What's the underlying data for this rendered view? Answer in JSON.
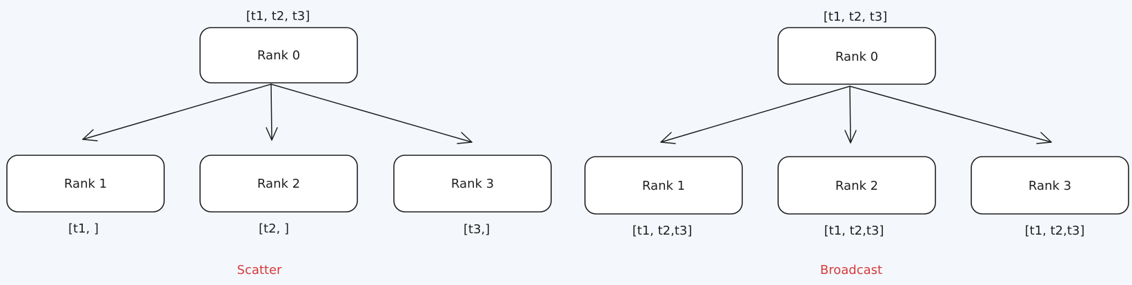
{
  "colors": {
    "background": "#f4f8fd",
    "box_fill": "#ffffff",
    "stroke": "#1e1e1e",
    "caption": "#d63a3a"
  },
  "diagrams": [
    {
      "caption": "Scatter",
      "root": {
        "label": "Rank 0",
        "data": "[t1, t2, t3]"
      },
      "children": [
        {
          "label": "Rank 1",
          "data": "[t1, ]"
        },
        {
          "label": "Rank 2",
          "data": "[t2, ]"
        },
        {
          "label": "Rank 3",
          "data": "[t3,]"
        }
      ]
    },
    {
      "caption": "Broadcast",
      "root": {
        "label": "Rank 0",
        "data": "[t1, t2, t3]"
      },
      "children": [
        {
          "label": "Rank 1",
          "data": "[t1, t2,t3]"
        },
        {
          "label": "Rank 2",
          "data": "[t1, t2,t3]"
        },
        {
          "label": "Rank 3",
          "data": "[t1, t2,t3]"
        }
      ]
    }
  ]
}
